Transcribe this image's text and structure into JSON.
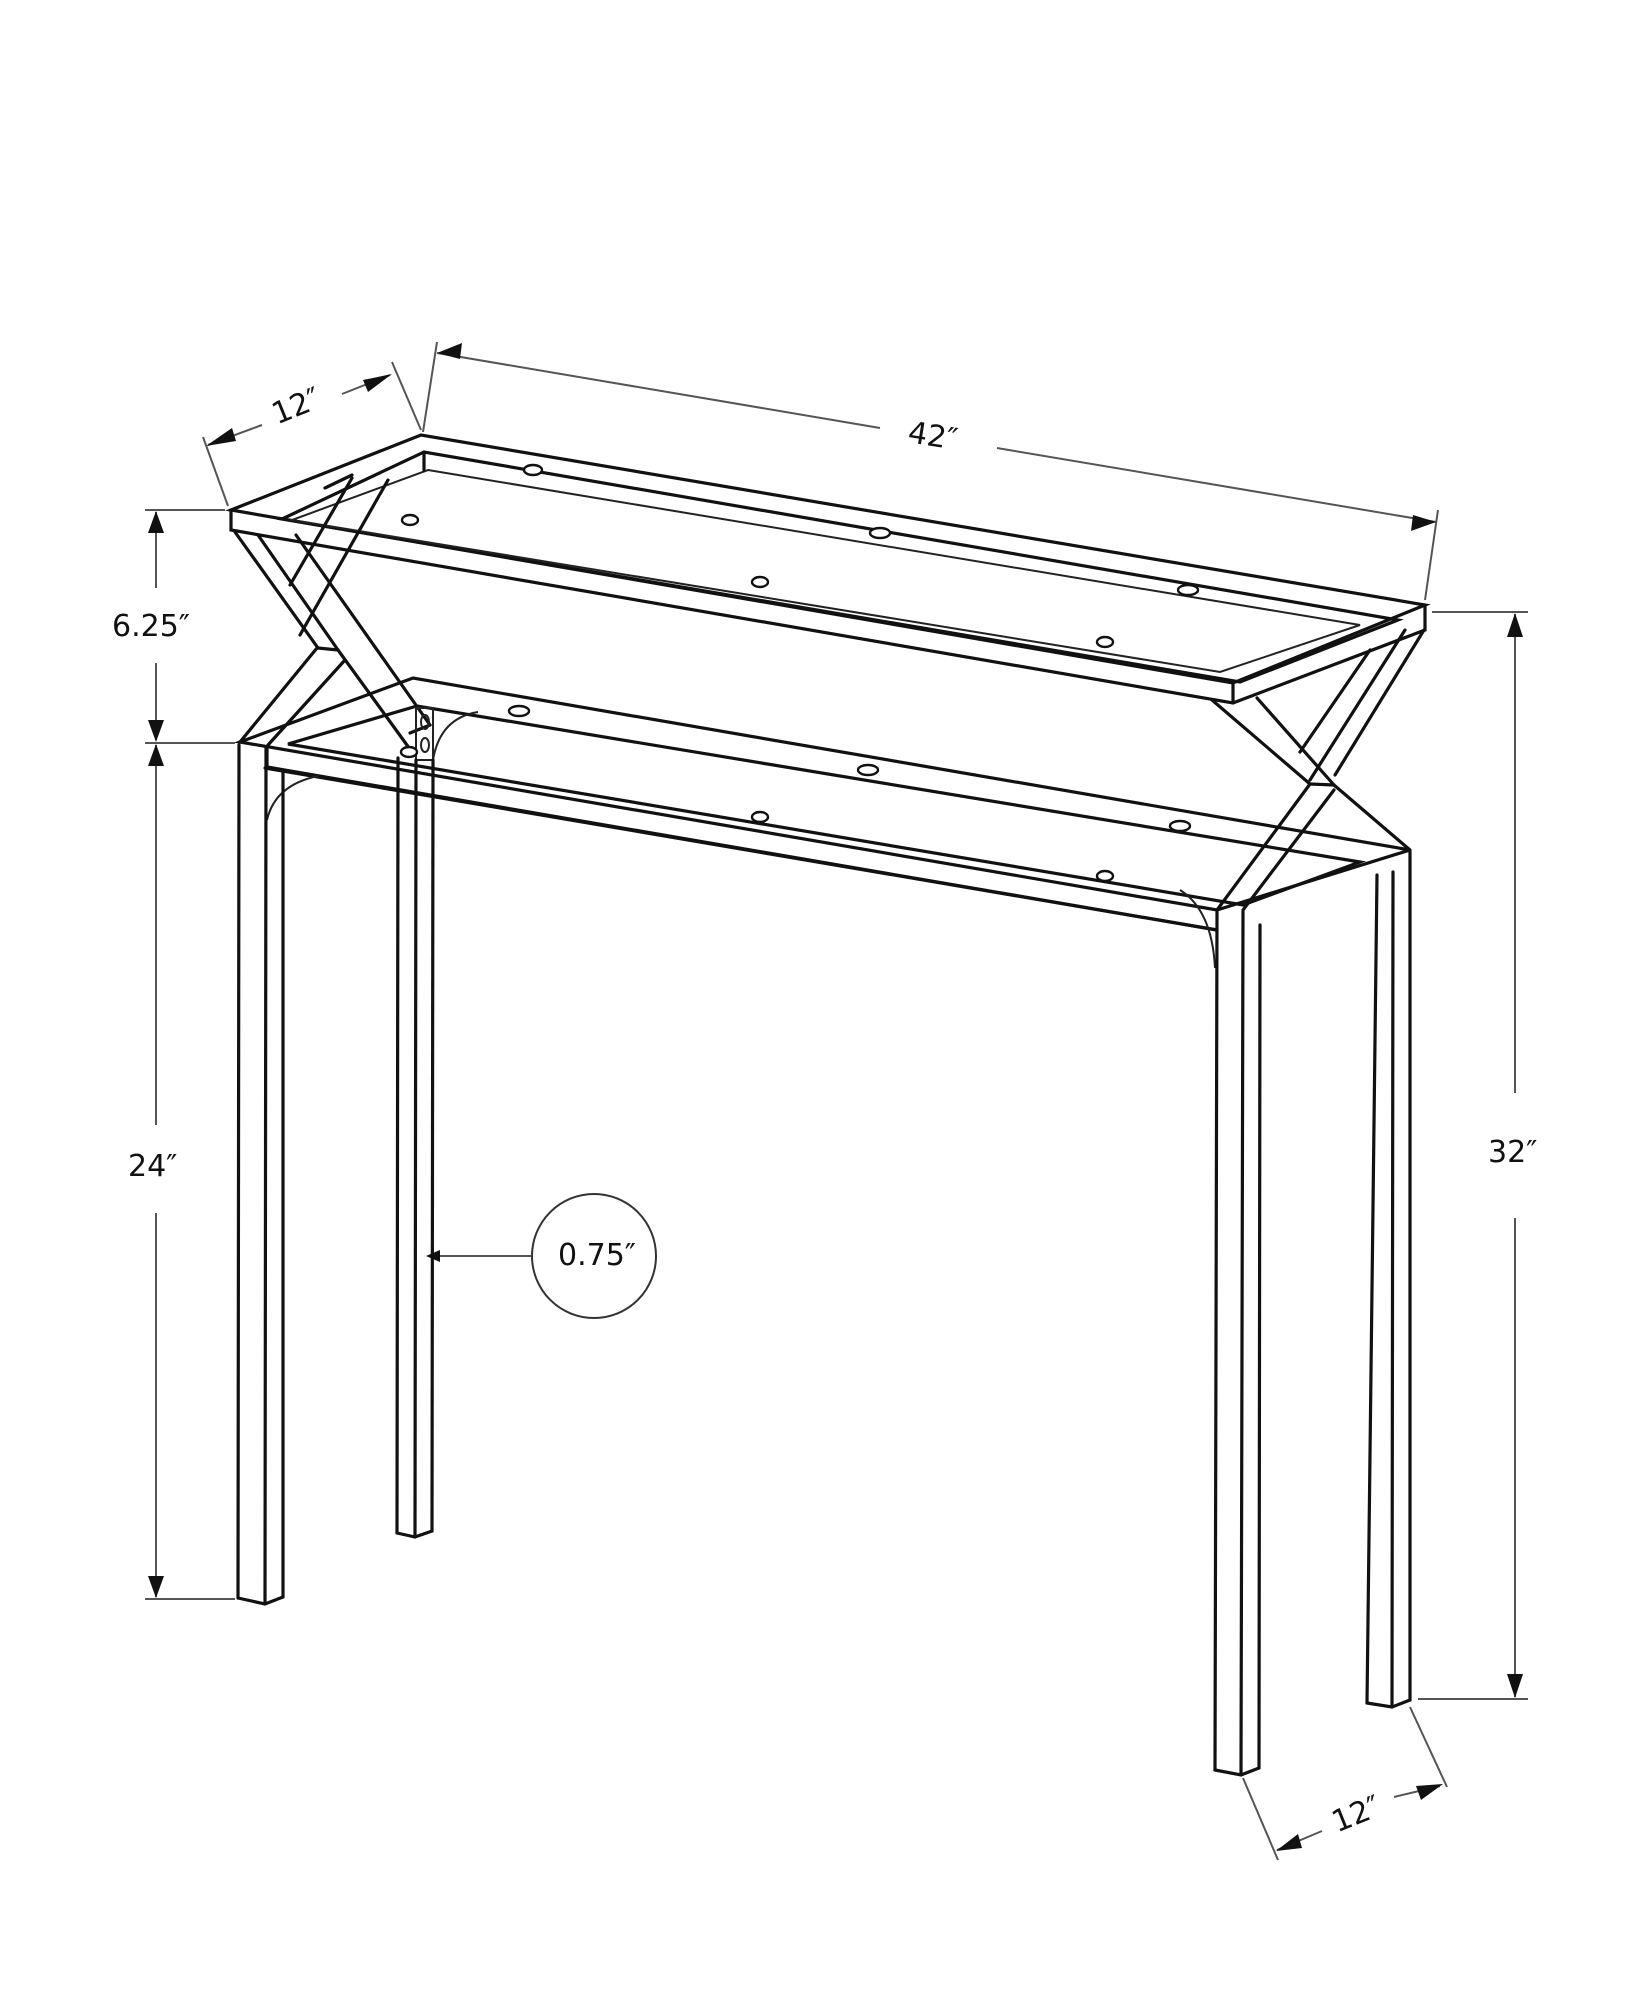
{
  "diagram": {
    "subject": "console table dimension drawing",
    "line_color": "#111111",
    "background": "#ffffff"
  },
  "dimensions": {
    "depth_top": "12″",
    "width": "42″",
    "top_frame_height": "6.25″",
    "leg_height": "24″",
    "overall_height": "32″",
    "tube_thickness": "0.75″",
    "depth_bottom": "12″"
  }
}
